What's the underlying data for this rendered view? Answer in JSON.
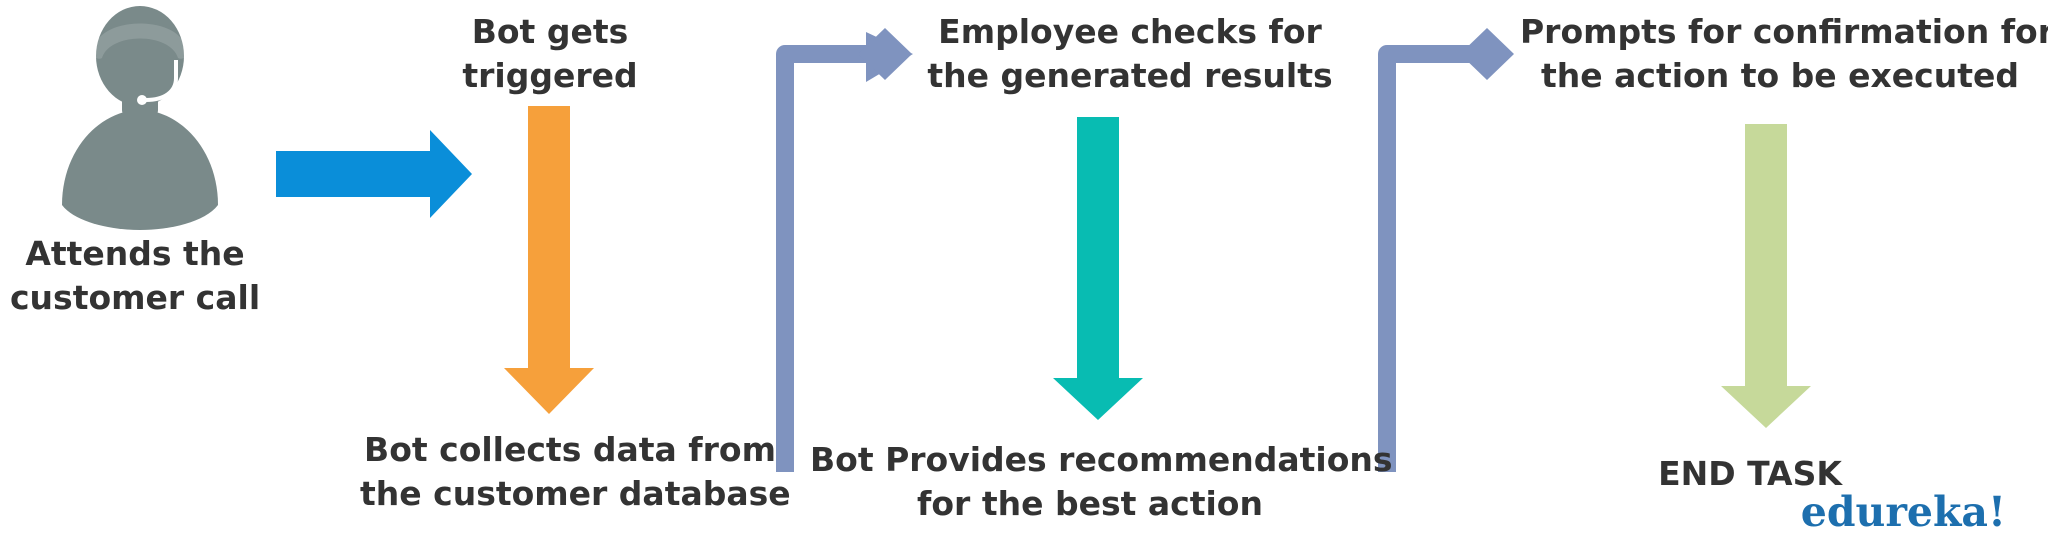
{
  "steps": {
    "attends_call": [
      "Attends the",
      "customer call"
    ],
    "bot_triggered": [
      "Bot gets",
      "triggered"
    ],
    "collects_data": [
      "Bot collects data from",
      "the customer database"
    ],
    "employee_checks": [
      "Employee checks for",
      "the generated results"
    ],
    "provides_recommendations": [
      "Bot Provides recommendations",
      "for the best action"
    ],
    "prompts_confirmation": [
      "Prompts for confirmation for",
      "the action to be executed"
    ],
    "end_task": "END TASK"
  },
  "brand": "edureka!",
  "icons": {
    "agent": "customer-support-agent-icon"
  },
  "colors": {
    "agent": "#7a8a8a",
    "blue_arrow": "#0a8ed9",
    "orange_arrow": "#f6a03b",
    "teal_arrow": "#08bcb2",
    "green_arrow": "#c6d99a",
    "connector": "#7f93bf",
    "text": "#333333",
    "brand": "#1d6fae"
  }
}
